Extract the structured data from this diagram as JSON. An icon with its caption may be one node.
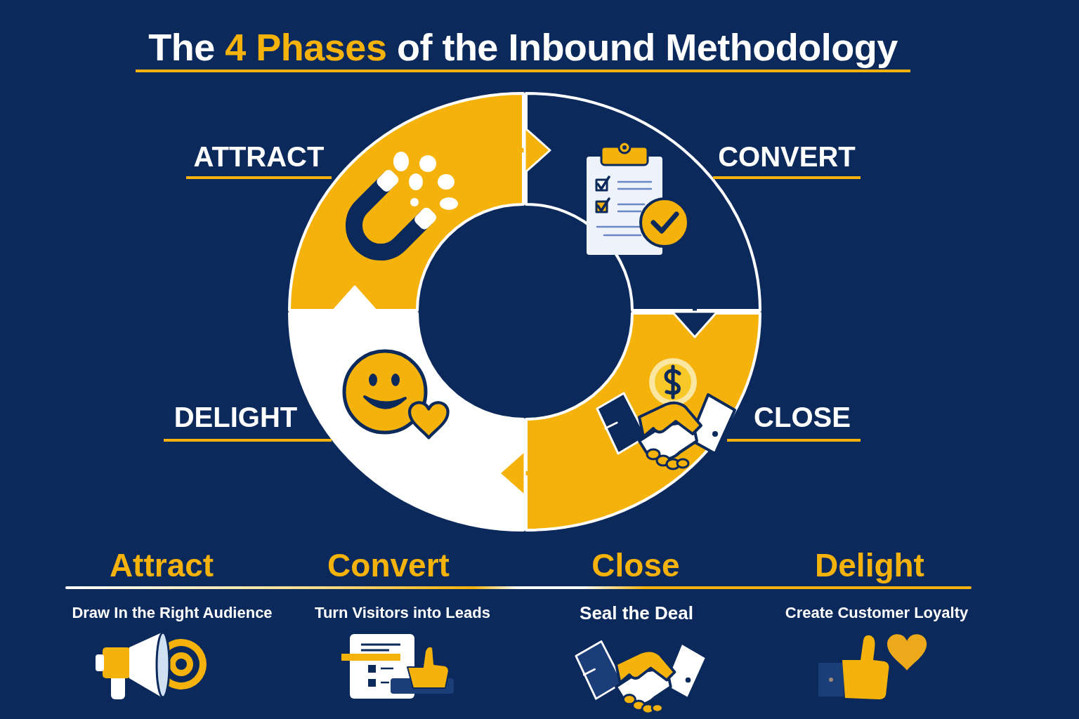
{
  "diagram": {
    "title": "The **4 Phases** of the Inbound Methodology",
    "nodes": [
      {
        "text": [
          "ATTRACT"
        ]
      },
      {
        "text": [
          "CONVERT"
        ]
      },
      {
        "text": [
          "CLOSE"
        ]
      },
      {
        "text": [
          "DELIGHT"
        ]
      }
    ],
    "edges": [
      {
        "from": 0,
        "to": 1,
        "arrow": "to"
      },
      {
        "from": 1,
        "to": 2,
        "arrow": "to",
        "color": "#0b2a5b"
      },
      {
        "from": 2,
        "to": 3,
        "arrow": "to"
      },
      {
        "from": 3,
        "to": 0,
        "arrow": "to",
        "color": "#ffffff"
      }
    ],
    "labels": [
      "Attract",
      "Convert",
      "Close",
      "Delight",
      "Draw In the Right Audience",
      "Turn Visitors into Leads",
      "Seal the Deal",
      "Create Customer Loyalty"
    ]
  }
}
